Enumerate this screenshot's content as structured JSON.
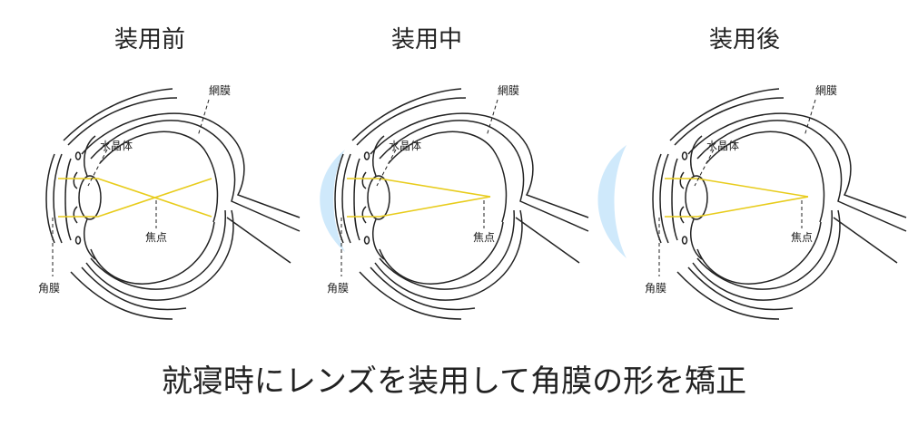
{
  "panels": [
    {
      "title": "装用前",
      "labels": {
        "retina": "網膜",
        "lens": "水晶体",
        "focus": "焦点",
        "cornea": "角膜"
      }
    },
    {
      "title": "装用中",
      "labels": {
        "retina": "網膜",
        "lens": "水晶体",
        "focus": "焦点",
        "cornea": "角膜"
      }
    },
    {
      "title": "装用後",
      "labels": {
        "retina": "網膜",
        "lens": "水晶体",
        "focus": "焦点",
        "cornea": "角膜"
      }
    }
  ],
  "caption": "就寝時にレンズを装用して角膜の形を矯正",
  "colors": {
    "ray": "#e8cc1c",
    "contact_lens": "#cfe9fb",
    "line": "#222222"
  }
}
